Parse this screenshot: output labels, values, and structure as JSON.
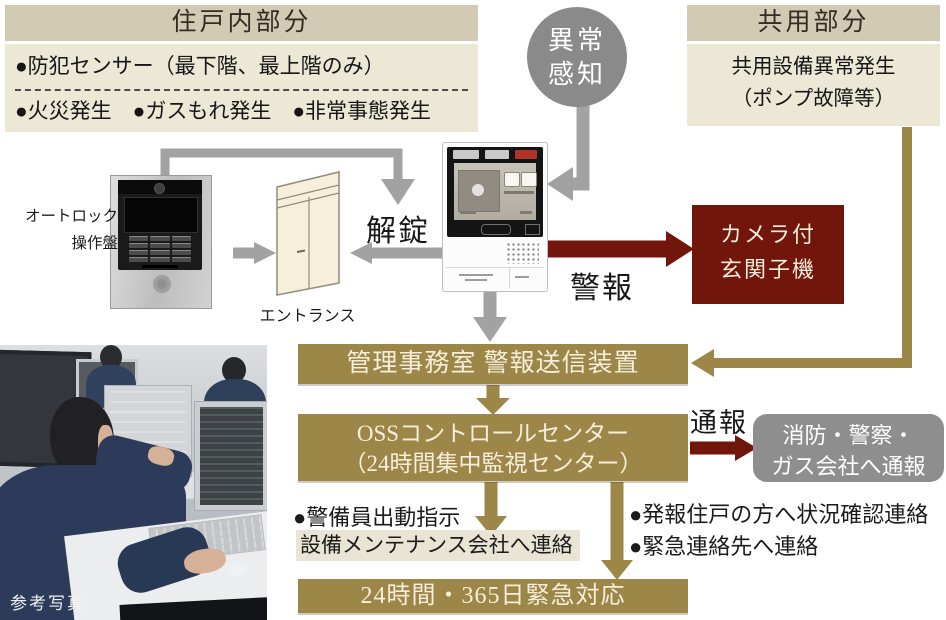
{
  "colors": {
    "gold": "#9c8748",
    "dark_red": "#72150b",
    "gray_arrow": "#a2a2a2",
    "gray_circle": "#8a8a8a",
    "gray_box": "#8e8e8e",
    "beige_header": "#d3cab4",
    "beige_body": "#ede7d6",
    "cream_text": "#f6eedb"
  },
  "unit_box": {
    "title": "住戸内部分",
    "row1": "●防犯センサー（最下階、最上階のみ）",
    "row2": "●火災発生　●ガスもれ発生　●非常事態発生"
  },
  "common_box": {
    "title": "共用部分",
    "line1": "共用設備異常発生",
    "line2": "（ポンプ故障等）"
  },
  "detect_circle": {
    "line1": "異常",
    "line2": "感知"
  },
  "labels": {
    "autolock_line1": "オートロック",
    "autolock_line2": "操作盤",
    "entrance": "エントランス",
    "unlock": "解錠",
    "alarm": "警報",
    "report": "通報",
    "photo_caption": "参考写真"
  },
  "camera_box": {
    "line1": "カメラ付",
    "line2": "玄関子機"
  },
  "office_box": {
    "label": "管理事務室 警報送信装置"
  },
  "oss_box": {
    "line1": "OSSコントロールセンター",
    "line2": "（24時間集中監視センター）"
  },
  "fire_box": {
    "line1": "消防・警察・",
    "line2": "ガス会社へ通報"
  },
  "actions": {
    "guard": "●警備員出動指示",
    "maintenance": "設備メンテナンス会社へ連絡",
    "resident": "●発報住戸の方へ状況確認連絡",
    "emergency_contact": "●緊急連絡先へ連絡"
  },
  "bottom_box": {
    "label": "24時間・365日緊急対応"
  }
}
